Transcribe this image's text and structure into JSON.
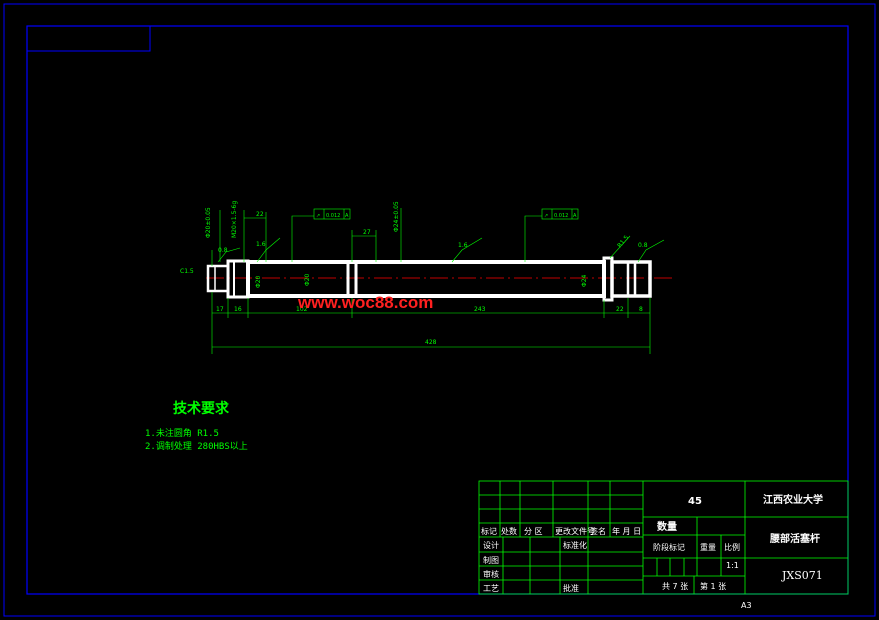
{
  "colors": {
    "background": "#000000",
    "frame": "#0000ff",
    "border": "#00ff00",
    "part": "#ffffff",
    "centerline": "#ff0000",
    "dimension": "#00ff00",
    "watermark": "#ff2020"
  },
  "watermark": "www.woc88.com",
  "technical_requirements": {
    "title": "技术要求",
    "items": [
      "1.未注圆角 R1.5",
      "2.调制处理 280HBS以上"
    ]
  },
  "dimensions": {
    "chamfer": "C1.5",
    "lengths": [
      "17",
      "16",
      "102",
      "243",
      "22",
      "8"
    ],
    "overall_length": "428",
    "top": [
      "22",
      "27"
    ],
    "roughness": [
      "0.8",
      "1.6",
      "1.6",
      "0.8"
    ],
    "diameters": [
      "Φ20",
      "Φ20",
      "Φ24"
    ],
    "vertical_left": [
      "Φ20±0.05",
      "M20×1.5-6g"
    ],
    "vertical_mid": "Φ24±0.05",
    "r_label": "R1.5"
  },
  "tolerance_frames": [
    {
      "symbol": "↗",
      "value": "0.012",
      "datum": "A"
    },
    {
      "symbol": "↗",
      "value": "0.012",
      "datum": "A"
    }
  ],
  "title_block": {
    "material": "45",
    "school": "江西农业大学",
    "part_name": "腰部活塞杆",
    "drawing_number": "JXS071",
    "quantity_label": "数量",
    "stage_label": "阶段标记",
    "weight_label": "重量",
    "scale_label": "比例",
    "scale_value": "1:1",
    "sheets": "共 7 张",
    "sheet_no": "第 1 张",
    "sheet_size": "A3",
    "header_labels": [
      "标记",
      "处数",
      "分 区",
      "更改文件号",
      "签名",
      "年 月 日"
    ],
    "row_labels": [
      "设计",
      "制图",
      "审核",
      "工艺"
    ],
    "standard_label": "标准化",
    "approve_label": "批准"
  }
}
